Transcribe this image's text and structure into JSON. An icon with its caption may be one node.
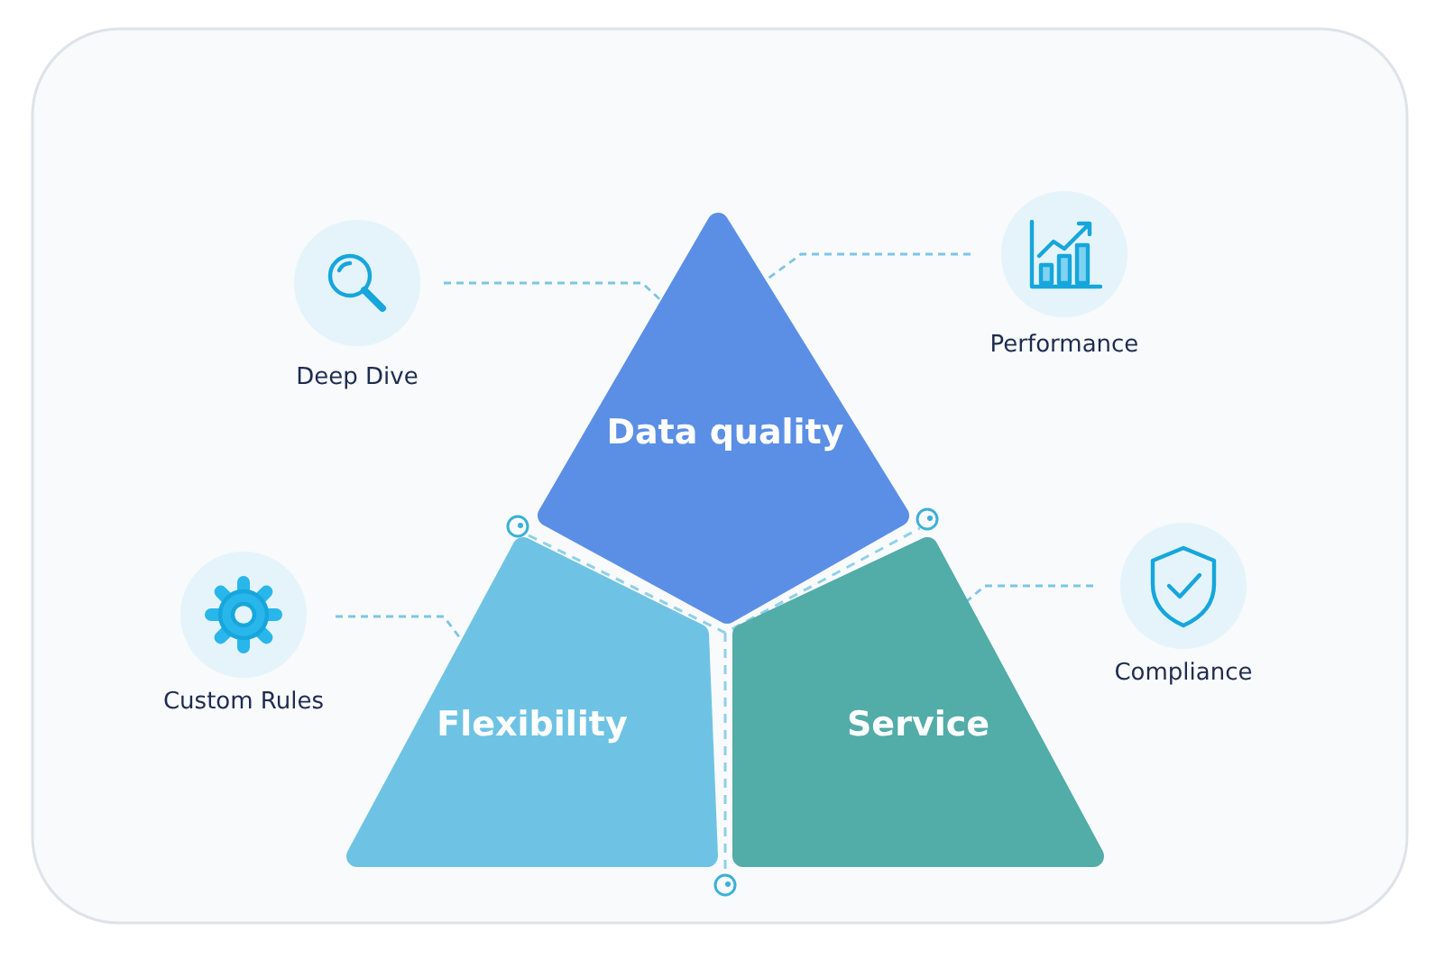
{
  "diagram": {
    "nodes": [
      {
        "text": [
          "Data quality"
        ]
      },
      {
        "text": [
          "Flexibility"
        ]
      },
      {
        "text": [
          "Service"
        ]
      },
      {
        "text": [
          "Deep Dive"
        ]
      },
      {
        "text": [
          "Performance"
        ]
      },
      {
        "text": [
          "Custom Rules"
        ]
      },
      {
        "text": [
          "Compliance"
        ]
      }
    ],
    "edges": [
      {
        "from": 3,
        "to": 0,
        "arrow": "none",
        "style": "dashed"
      },
      {
        "from": 4,
        "to": 0,
        "arrow": "none",
        "style": "dashed"
      },
      {
        "from": 5,
        "to": 1,
        "arrow": "none",
        "style": "dashed"
      },
      {
        "from": 6,
        "to": 2,
        "arrow": "none",
        "style": "dashed"
      }
    ]
  }
}
